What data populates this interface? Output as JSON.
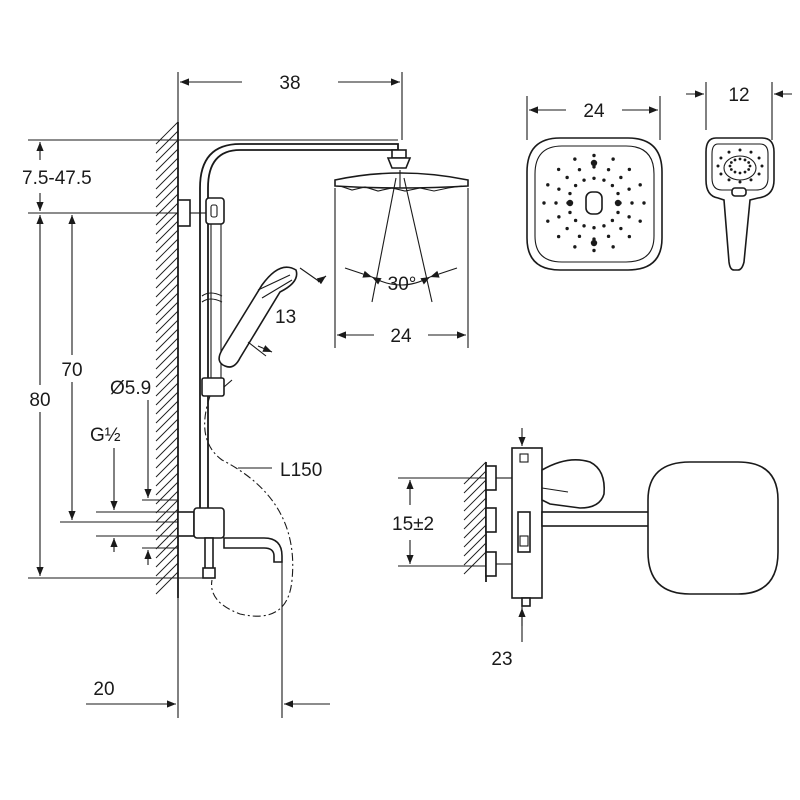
{
  "dimensions": {
    "arm_length": "38",
    "height_adjust": "7.5-47.5",
    "total_height": "80",
    "bracket_height": "70",
    "outlet_diameter": "Ø5.9",
    "thread": "G½",
    "hose_length": "L150",
    "spray_angle": "30°",
    "hand_shower_length": "13",
    "head_width": "24",
    "head_top_width": "24",
    "hand_width": "12",
    "inlet_spacing": "15±2",
    "wall_depth": "23",
    "spout_offset": "20"
  },
  "colors": {
    "line": "#1a1a1a",
    "fill": "#ffffff"
  }
}
